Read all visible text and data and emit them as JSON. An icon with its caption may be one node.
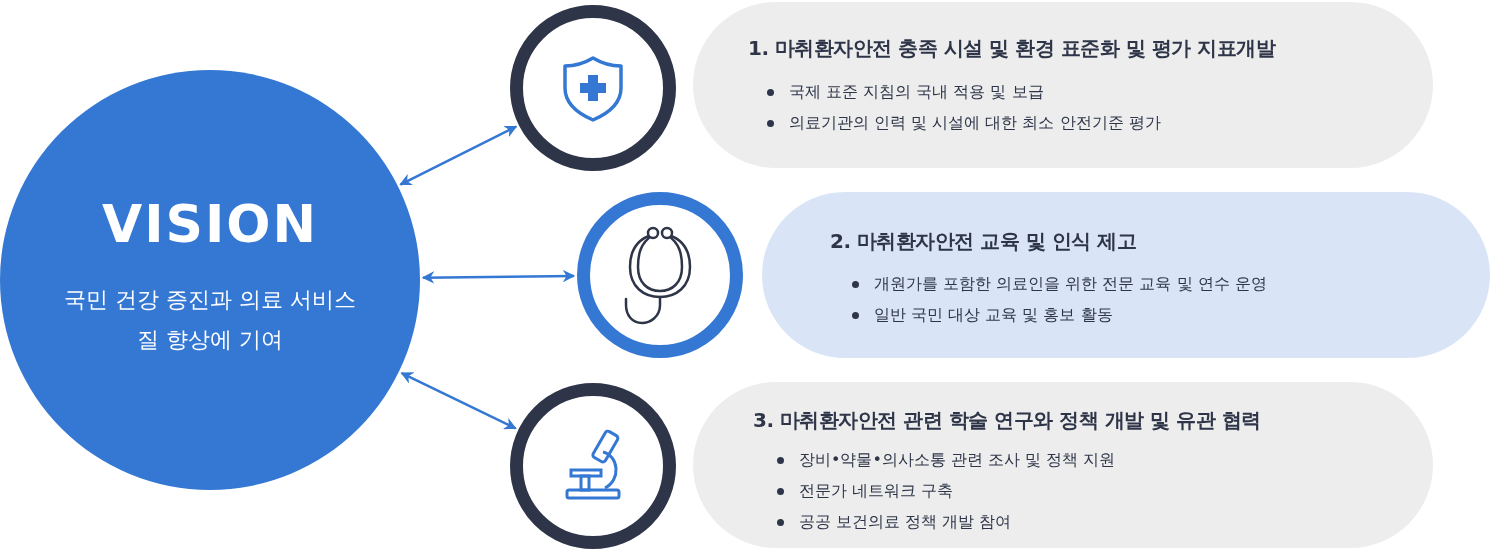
{
  "diagram": {
    "nodes": [
      {
        "text": [
          "VISION",
          "국민 건강 증진과 의료 서비스 질 향상에 기여"
        ]
      },
      {
        "text": [],
        "shape": "circle"
      },
      {
        "text": [],
        "shape": "circle"
      },
      {
        "text": [],
        "shape": "circle"
      },
      {
        "text": [
          "1. 마취환자안전 충족 시설 및 환경 표준화 및 평가 지표개발",
          "국제 표준 지침의 국내 적용 및 보급",
          "의료기관의 인력 및 시설에 대한 최소 안전기준 평가"
        ]
      },
      {
        "text": [
          "2. 마취환자안전 교육 및 인식 제고",
          "개원가를 포함한 의료인을 위한 전문 교육 및 연수 운영",
          "일반 국민 대상 교육 및 홍보 활동"
        ]
      },
      {
        "text": [
          "3. 마취환자안전 관련 학술 연구와 정책 개발 및 유관 협력",
          "장비•약물•의사소통 관련 조사 및 정책 지원",
          "전문가 네트워크 구축",
          "공공 보건의료 정책 개발 참여"
        ]
      }
    ],
    "edges": [
      {
        "from": 0,
        "to": 1,
        "arrow": "both"
      },
      {
        "from": 0,
        "to": 2,
        "arrow": "both"
      },
      {
        "from": 0,
        "to": 3,
        "arrow": "both"
      }
    ]
  }
}
